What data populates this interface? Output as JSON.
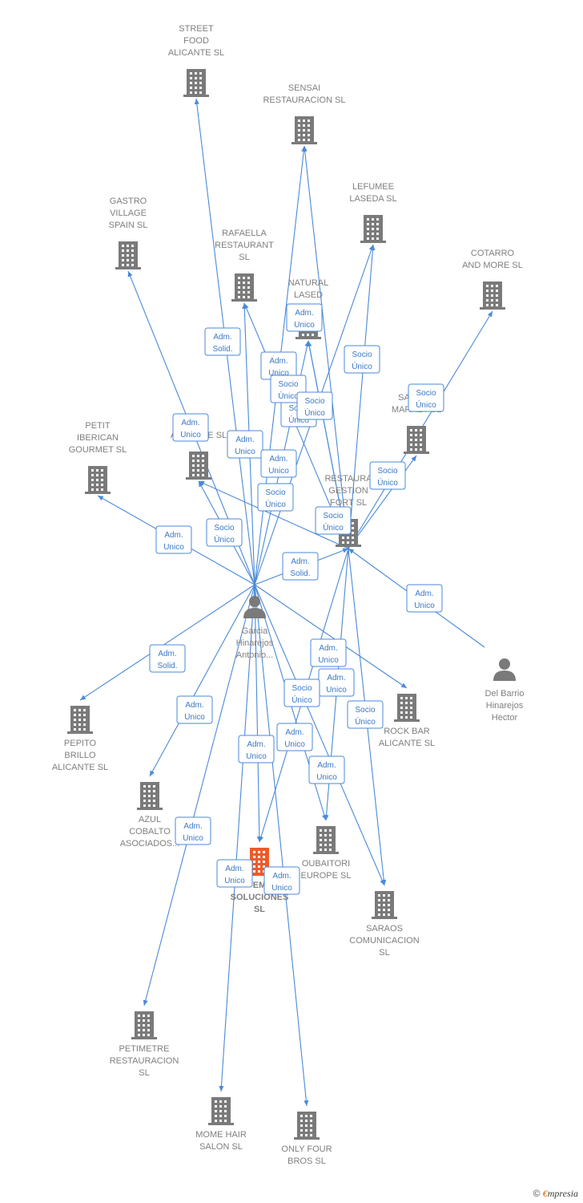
{
  "colors": {
    "edge": "#4a8ad8",
    "edge_text": "#3a78c8",
    "company": "#7a7a7a",
    "focus_company": "#ef5a2a",
    "person": "#7a7a7a"
  },
  "nodes": [
    {
      "id": "street_food",
      "type": "company",
      "lines": [
        "STREET",
        "FOOD",
        "ALICANTE  SL"
      ]
    },
    {
      "id": "sensai",
      "type": "company",
      "lines": [
        "SENSAI",
        "RESTAURACION SL"
      ]
    },
    {
      "id": "lefumee",
      "type": "company",
      "lines": [
        "LEFUMEE",
        "LASEDA  SL"
      ]
    },
    {
      "id": "gastro",
      "type": "company",
      "lines": [
        "GASTRO",
        "VILLAGE",
        "SPAIN  SL"
      ]
    },
    {
      "id": "rafaella",
      "type": "company",
      "lines": [
        "RAFAELLA",
        "RESTAURANT",
        "SL"
      ]
    },
    {
      "id": "natural",
      "type": "company",
      "lines": [
        "NATURAL",
        "LASED"
      ]
    },
    {
      "id": "cotarro",
      "type": "company",
      "lines": [
        "COTARRO",
        "AND MORE  SL"
      ]
    },
    {
      "id": "santa",
      "type": "company",
      "lines": [
        "SANTA     E",
        "MARKET  SL"
      ]
    },
    {
      "id": "petit",
      "type": "company",
      "lines": [
        "PETIT",
        "IBERICAN",
        "GOURMET SL"
      ]
    },
    {
      "id": "alicante",
      "type": "company",
      "lines": [
        "ALICANTE  SL"
      ]
    },
    {
      "id": "restaura",
      "type": "company",
      "lines": [
        "RESTAURA",
        "GESTION",
        "FORT   SL"
      ]
    },
    {
      "id": "garcia",
      "type": "person",
      "lines": [
        "Garcia",
        "Hinarejos",
        "Antonio..."
      ]
    },
    {
      "id": "delbarrio",
      "type": "person",
      "lines": [
        "Del Barrio",
        "Hinarejos",
        "Hector"
      ]
    },
    {
      "id": "pepito",
      "type": "company",
      "lines": [
        "PEPITO",
        "BRILLO",
        "ALICANTE  SL"
      ]
    },
    {
      "id": "rockbar",
      "type": "company",
      "lines": [
        "ROCK BAR",
        "ALICANTE  SL"
      ]
    },
    {
      "id": "azul",
      "type": "company",
      "lines": [
        "AZUL",
        "COBALTO",
        "ASOCIADOS..."
      ]
    },
    {
      "id": "oubaitori",
      "type": "company",
      "lines": [
        "OUBAITORI",
        "EUROPE  SL"
      ]
    },
    {
      "id": "focus",
      "type": "focus",
      "lines": [
        "  EM",
        "SOLUCIONES",
        "SL"
      ]
    },
    {
      "id": "saraos",
      "type": "company",
      "lines": [
        "SARAOS",
        "COMUNICACION",
        "SL"
      ]
    },
    {
      "id": "petimetre",
      "type": "company",
      "lines": [
        "PETIMETRE",
        "RESTAURACION",
        "SL"
      ]
    },
    {
      "id": "mome",
      "type": "company",
      "lines": [
        "MOME HAIR",
        "SALON  SL"
      ]
    },
    {
      "id": "onlyfour",
      "type": "company",
      "lines": [
        "ONLY FOUR",
        "BROS  SL"
      ]
    }
  ],
  "edges": [
    {
      "from": "garcia",
      "to": "street_food",
      "label": [
        "Adm.",
        "Solid."
      ]
    },
    {
      "from": "garcia",
      "to": "sensai",
      "label": [
        "Adm.",
        "Unico"
      ]
    },
    {
      "from": "garcia",
      "to": "rafaella",
      "label": [
        "Adm.",
        "Unico"
      ]
    },
    {
      "from": "garcia",
      "to": "natural",
      "label": [
        "Adm.",
        "Unico"
      ]
    },
    {
      "from": "garcia",
      "to": "gastro",
      "label": [
        "Adm.",
        "Unico"
      ]
    },
    {
      "from": "garcia",
      "to": "petit",
      "label": [
        "Adm.",
        "Unico"
      ]
    },
    {
      "from": "garcia",
      "to": "alicante",
      "label": [
        "Adm.",
        "Unico"
      ]
    },
    {
      "from": "garcia",
      "to": "lefumee",
      "label": [
        "Socio",
        "Único"
      ]
    },
    {
      "from": "garcia",
      "to": "restaura",
      "label": [
        "Adm.",
        "Solid."
      ]
    },
    {
      "from": "restaura",
      "to": "sensai",
      "label": [
        "Socio",
        "Único"
      ]
    },
    {
      "from": "restaura",
      "to": "natural",
      "label": [
        "Socio",
        "Único"
      ]
    },
    {
      "from": "restaura",
      "to": "lefumee",
      "label": [
        "Socio",
        "Único"
      ]
    },
    {
      "from": "restaura",
      "to": "alicante",
      "label": [
        "Socio",
        "Único"
      ]
    },
    {
      "from": "restaura",
      "to": "cotarro",
      "label": [
        "Socio",
        "Único"
      ]
    },
    {
      "from": "restaura",
      "to": "santa",
      "label": [
        "Socio",
        "Único"
      ]
    },
    {
      "from": "restaura",
      "to": "rafaella",
      "label": [
        "Socio",
        "Único"
      ]
    },
    {
      "from": "restaura",
      "to": "natural",
      "label": [
        "Adm.",
        "Unico"
      ]
    },
    {
      "from": "delbarrio",
      "to": "restaura",
      "label": [
        "Adm.",
        "Solid."
      ]
    },
    {
      "from": "garcia",
      "to": "pepito",
      "label": [
        "Adm.",
        "Unico"
      ]
    },
    {
      "from": "garcia",
      "to": "azul",
      "label": [
        "Adm.",
        "Unico"
      ]
    },
    {
      "from": "garcia",
      "to": "petimetre",
      "label": [
        "Adm.",
        "Unico"
      ]
    },
    {
      "from": "garcia",
      "to": "focus",
      "label": [
        "Adm.",
        "Unico"
      ]
    },
    {
      "from": "garcia",
      "to": "mome",
      "label": [
        "Adm.",
        "Unico"
      ]
    },
    {
      "from": "garcia",
      "to": "onlyfour",
      "label": [
        "Adm.",
        "Unico"
      ]
    },
    {
      "from": "garcia",
      "to": "rockbar",
      "label": [
        "Adm.",
        "Unico"
      ]
    },
    {
      "from": "garcia",
      "to": "oubaitori",
      "label": [
        "Adm.",
        "Unico"
      ]
    },
    {
      "from": "garcia",
      "to": "saraos",
      "label": [
        "Adm.",
        "Unico"
      ]
    },
    {
      "from": "restaura",
      "to": "focus",
      "label": [
        "Socio",
        "Único"
      ]
    },
    {
      "from": "restaura",
      "to": "oubaitori",
      "label": [
        "Socio",
        "Único"
      ]
    },
    {
      "from": "restaura",
      "to": "saraos",
      "label": [
        "Socio",
        "Único"
      ]
    }
  ],
  "footer": {
    "copyright": "©",
    "brand_first": "€",
    "brand_rest": "mpresia"
  }
}
